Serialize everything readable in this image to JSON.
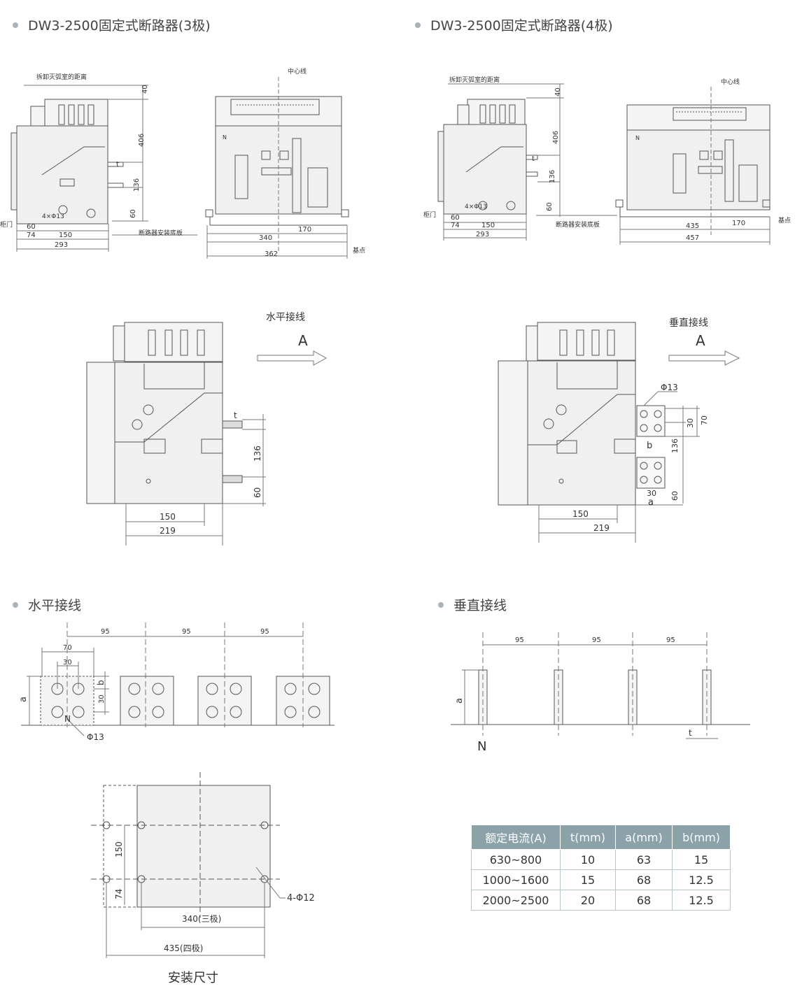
{
  "sections": {
    "three_pole_title": "DW3-2500固定式断路器(3极)",
    "four_pole_title": "DW3-2500固定式断路器(4极)",
    "horizontal_title": "水平接线",
    "vertical_title": "垂直接线"
  },
  "diagram_3p": {
    "dist_label": "拆卸灭弧室的距离",
    "center_label": "中心线",
    "door_label": "柜门",
    "base_plate_label": "断路器安装底板",
    "datum_label": "基点",
    "hole_label": "4×Φ13",
    "n_label": "N",
    "t_label": "t",
    "dims": {
      "d40": "40",
      "d406": "406",
      "d136": "136",
      "d60": "60",
      "d60b": "60",
      "d74": "74",
      "d150": "150",
      "d293": "293",
      "d340": "340",
      "d170": "170",
      "d362": "362"
    }
  },
  "diagram_4p": {
    "dist_label": "拆卸灭弧室的距离",
    "center_label": "中心线",
    "door_label": "柜门",
    "base_plate_label": "断路器安装底板",
    "datum_label": "基点",
    "hole_label": "4×Φ13",
    "n_label": "N",
    "t_label": "t",
    "dims": {
      "d40": "40",
      "d406": "406",
      "d136": "136",
      "d60": "60",
      "d60b": "60",
      "d74": "74",
      "d150": "150",
      "d293": "293",
      "d435": "435",
      "d170": "170",
      "d457": "457"
    }
  },
  "side_horizontal": {
    "label": "水平接线",
    "arrow_label": "A",
    "t_label": "t",
    "dims": {
      "d136": "136",
      "d60": "60",
      "d150": "150",
      "d219": "219"
    }
  },
  "side_vertical": {
    "label": "垂直接线",
    "arrow_label": "A",
    "phi_label": "Φ13",
    "b_label": "b",
    "a_label": "a",
    "dims": {
      "d30": "30",
      "d70": "70",
      "d136": "136",
      "d60": "60",
      "d30b": "30",
      "d150": "150",
      "d219": "219"
    }
  },
  "horizontal_wiring": {
    "pitch": [
      "95",
      "95",
      "95"
    ],
    "d70": "70",
    "d30": "30",
    "d30b": "30",
    "b_label": "b",
    "a_label": "a",
    "n_label": "N",
    "phi_label": "Φ13"
  },
  "vertical_wiring": {
    "pitch": [
      "95",
      "95",
      "95"
    ],
    "a_label": "a",
    "n_label": "N",
    "t_label": "t"
  },
  "mounting": {
    "caption": "安装尺寸",
    "d150": "150",
    "d74": "74",
    "d340": "340(三极)",
    "d435": "435(四极)",
    "hole_label": "4-Φ12"
  },
  "spec_table": {
    "headers": [
      "额定电流(A)",
      "t(mm)",
      "a(mm)",
      "b(mm)"
    ],
    "rows": [
      [
        "630~800",
        "10",
        "63",
        "15"
      ],
      [
        "1000~1600",
        "15",
        "68",
        "12.5"
      ],
      [
        "2000~2500",
        "20",
        "68",
        "12.5"
      ]
    ]
  }
}
